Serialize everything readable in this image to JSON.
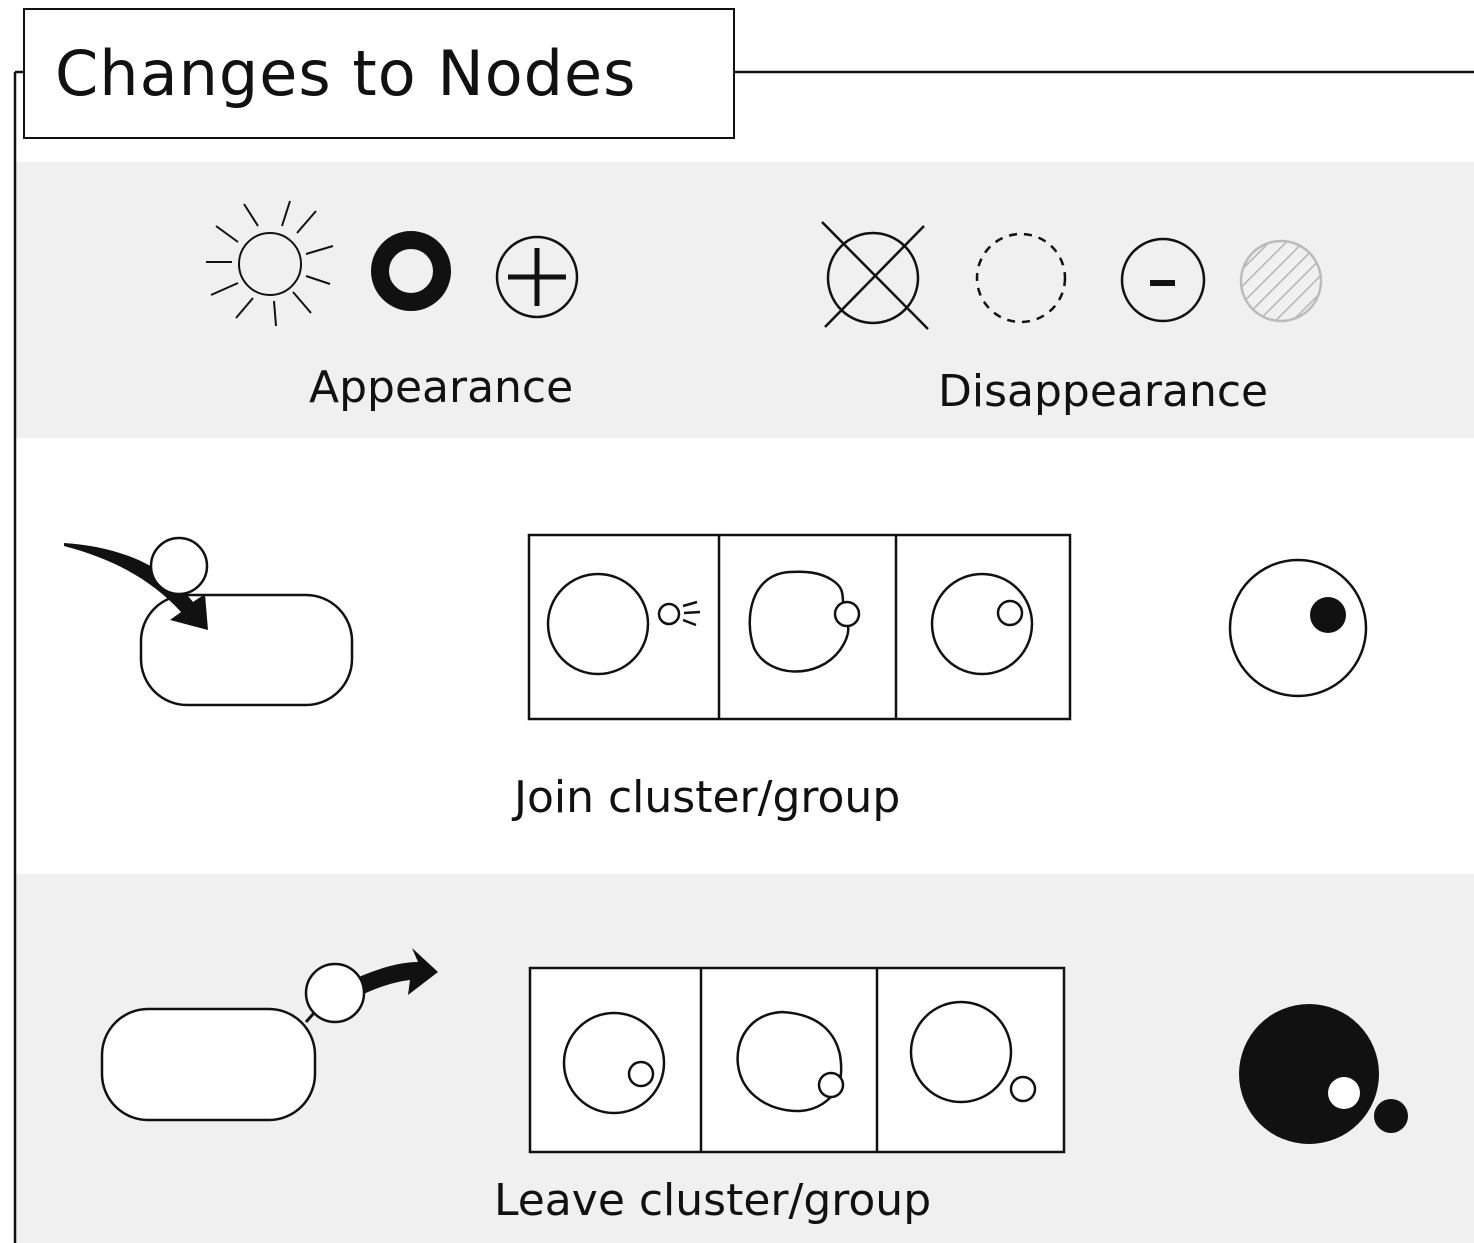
{
  "title": "Changes to Nodes",
  "sections": {
    "appearance": {
      "label": "Appearance",
      "icons": [
        "sunburst-icon",
        "bold-ring-icon",
        "plus-circle-icon"
      ]
    },
    "disappearance": {
      "label": "Disappearance",
      "icons": [
        "crossed-circle-icon",
        "dashed-circle-icon",
        "minus-circle-icon",
        "hatched-faded-circle-icon"
      ]
    },
    "join": {
      "label": "Join cluster/group",
      "icons": [
        "arrow-into-box-icon",
        "three-frame-join-sequence",
        "dot-inside-circle-icon"
      ]
    },
    "leave": {
      "label": "Leave cluster/group",
      "icons": [
        "arrow-out-of-box-icon",
        "three-frame-leave-sequence",
        "dot-leaving-black-circle-icon"
      ]
    }
  },
  "colors": {
    "band": "#f0f0f0",
    "stroke": "#111111",
    "faded": "#bbbbbb"
  }
}
